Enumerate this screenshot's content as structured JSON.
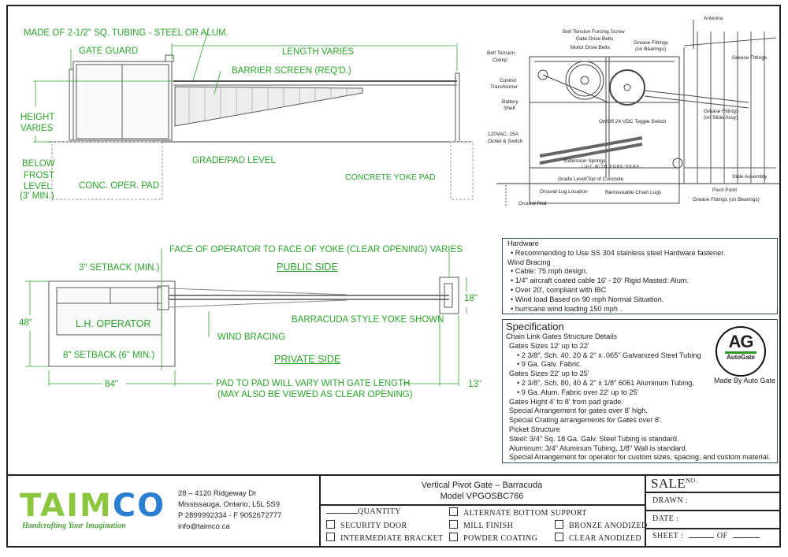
{
  "elevation": {
    "tubing_note": "MADE OF 2-1/2\" SQ. TUBING - STEEL OR ALUM.",
    "gate_guard": "GATE GUARD",
    "length": "LENGTH VARIES",
    "barrier": "BARRIER SCREEN (REQ'D.)",
    "height1": "HEIGHT",
    "height2": "VARIES",
    "below1": "BELOW",
    "below2": "FROST",
    "below3": "LEVEL",
    "below4": "(3' MIN.)",
    "grade": "GRADE/PAD LEVEL",
    "oper_pad": "CONC. OPER. PAD",
    "yoke_pad": "CONCRETE YOKE PAD"
  },
  "plan": {
    "face": "FACE OF OPERATOR TO FACE OF YOKE (CLEAR OPENING) VARIES",
    "public": "PUBLIC SIDE",
    "setback3": "3\" SETBACK (MIN.)",
    "dim48": "48\"",
    "operator": "L.H. OPERATOR",
    "wind": "WIND BRACING",
    "setback8": "8\" SETBACK (6\" MIN.)",
    "private": "PRIVATE SIDE",
    "yoke": "BARRACUDA STYLE YOKE SHOWN",
    "dim18": "18\"",
    "dim84": "84\"",
    "pad1": "PAD TO PAD WILL VARY WITH GATE LENGTH",
    "pad2": "(MAY ALSO BE VIEWED AS CLEAR OPENING)",
    "dim13": "13\""
  },
  "mechanism": {
    "antenna": "Antenna",
    "screw": "Belt Tension Forcing Screw",
    "gate_belts": "Gate Drive Belts",
    "motor_belts": "Motor Drive Belts",
    "grease_bearings": "Grease Fittings",
    "grease_bearings2": "(on Bearings)",
    "clamp1": "Belt Tension",
    "clamp2": "Clamp",
    "grease": "Grease Fittings",
    "transformer1": "Control",
    "transformer2": "Transformer",
    "battery1": "Battery",
    "battery2": "Shelf",
    "grease_slide1": "Grease Fittings",
    "grease_slide2": "(on Slide Assy)",
    "toggle": "On/Off 24 VDC Toggle Switch",
    "outlet1": "120VAC, 15A",
    "outlet2": "Outlet & Switch",
    "springs": "Extension Springs",
    "fork": "LIFT WITH FORK HERE",
    "grade": "Grade Level/Top of Concrete",
    "slide": "Slide Assembly",
    "ground_lug": "Ground Lug Location",
    "chain": "Removeable Chain Lugs",
    "pivot": "Pivot Point",
    "ground_rod": "Ground Rod",
    "grease_bottom": "Grease Fittings (on Bearings)"
  },
  "hardware": {
    "title": "Hardware",
    "items": [
      "Recommending to Use SS 304 stainless steel Hardware fastener."
    ],
    "wind_title": "Wind Bracing",
    "wind_items": [
      "Cable: 75 mph design.",
      "1/4\" aircraft coated cable 16' - 20' Rigid Masted: Alum.",
      "Over 20', compliant with IBC",
      "Wind load Based on 90 mph Normal Situation.",
      "hurricane wind loading 150 mph ."
    ]
  },
  "spec": {
    "title": "Specification",
    "subtitle": "Chain Link Gates Structure Details",
    "g1": "Gates Sizes 12' up to 22'",
    "g1a": "2 3/8\", Sch. 40, 20 & 2\" x .065\" Galvanized Steel Tubing",
    "g1b": "9 Ga. Galv. Fabric.",
    "g2": "Gates Sizes 22' up to 25'",
    "g2a": "2 3/8\", Sch. 80, 40 & 2\" x 1/8\" 6061 Aluminum Tubing,",
    "g2b": "9 Ga. Alum. Fabric over 22' up to 25'",
    "l1": "Gates Hight 4' to 8' from pad grade.",
    "l2": "Special Arrangement for gates over 8' high.",
    "l3": "Special Crating arrangements for Gates over 8'.",
    "l4": "Picket Structure",
    "l5": "Steel: 3/4\" Sq. 18 Ga. Galv. Steel Tubing is standard.",
    "l6": "Aluminum: 3/4\" Aluminum Tubing, 1/8\" Wall is standard.",
    "l7": "Special Arrangement for operator for custom sizes, spacing, and custom material.",
    "logo_text": "AG AutoGate",
    "made_by": "Made By Auto Gate"
  },
  "title_block": {
    "logo": "TAIMCO",
    "tagline": "Handcrafting Your Imagination",
    "addr1": "28 – 4120 Ridgeway Dr",
    "addr2": "Mississauga, Ontario, L5L 5S9",
    "phone": "P 2899992334 - F 9052672777",
    "email": "info@taimco.ca",
    "title1": "Vertical Pivot Gate – Barracuda",
    "title2": "Model VPGOSBC766",
    "quantity": "QUANTITY",
    "opt_security": "SECURITY DOOR",
    "opt_intermediate": "INTERMEDIATE BRACKET",
    "opt_alternate": "ALTERNATE BOTTOM SUPPORT",
    "opt_mill": "MILL FINISH",
    "opt_powder": "POWDER COATING",
    "opt_bronze": "BRONZE ANODIZED",
    "opt_clear": "CLEAR ANODIZED",
    "sale": "SALE",
    "no": "NO.",
    "drawn": "DRAWN :",
    "date": "DATE :",
    "sheet": "SHEET :",
    "of": "OF"
  },
  "colors": {
    "green": "#2aa52a",
    "logo_green": "#8cc63f",
    "logo_blue": "#2a7fd0"
  }
}
